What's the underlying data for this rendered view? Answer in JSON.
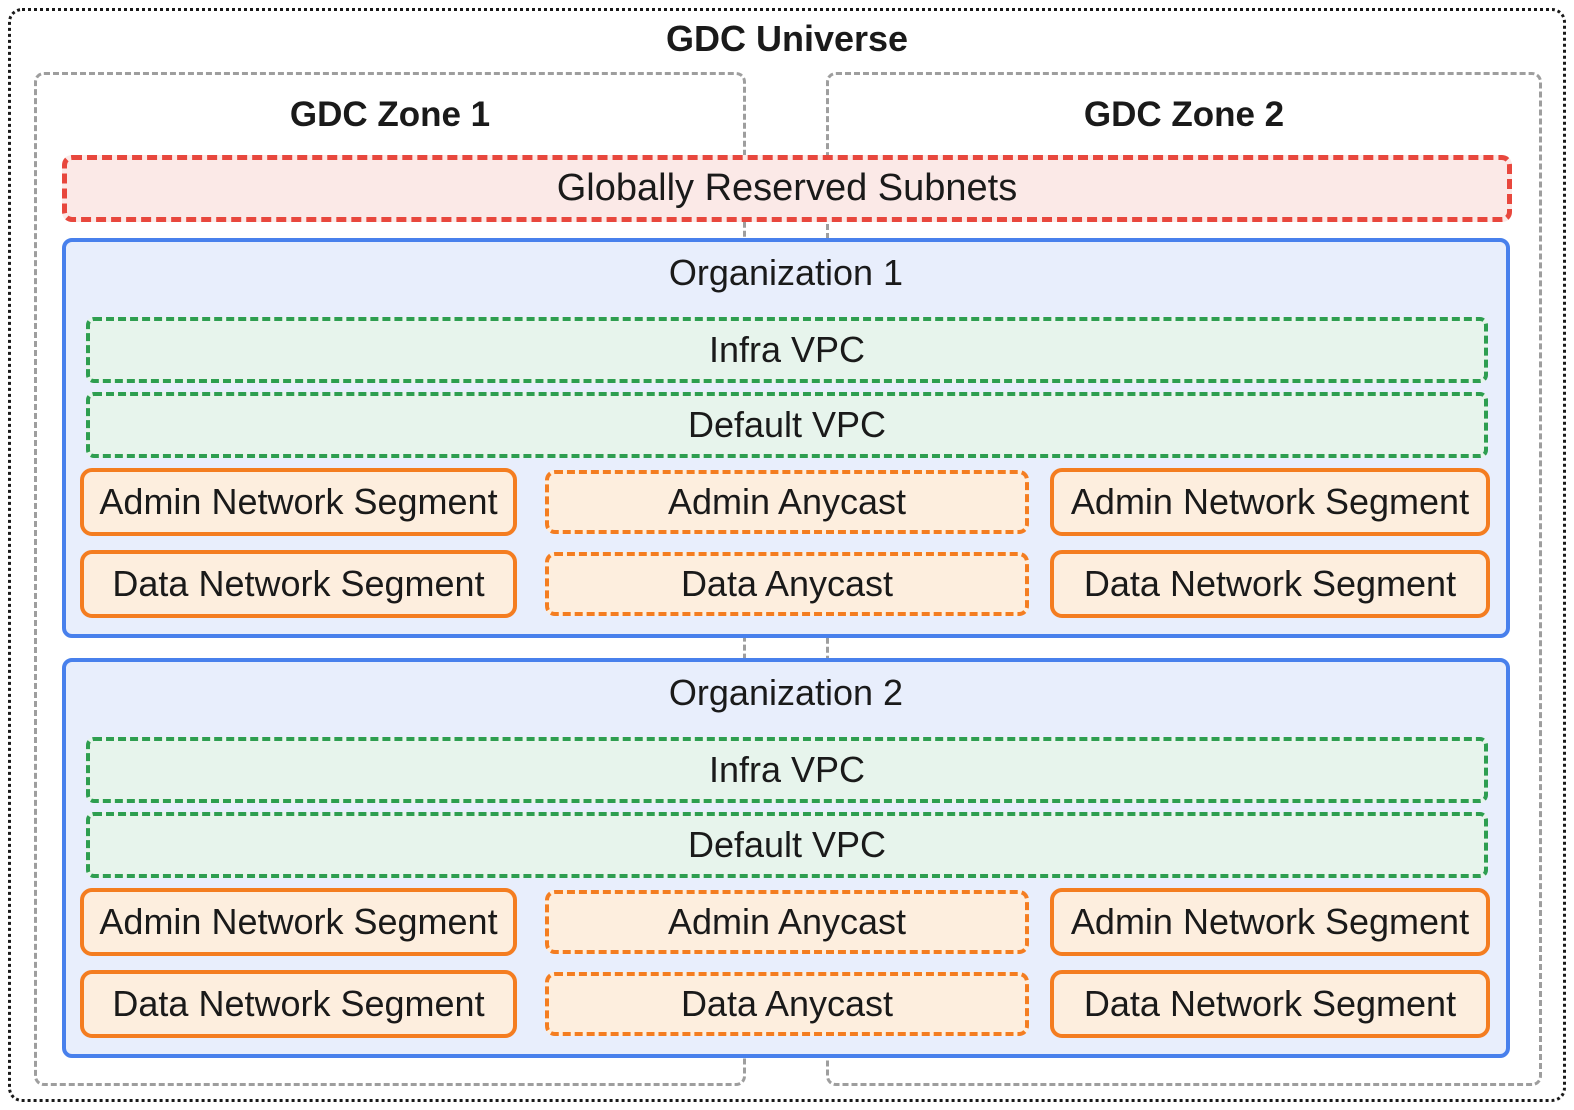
{
  "diagram": {
    "title": "GDC Universe",
    "zones": [
      {
        "label": "GDC Zone 1"
      },
      {
        "label": "GDC Zone 2"
      }
    ],
    "global_subnets": {
      "label": "Globally Reserved Subnets"
    },
    "organizations": [
      {
        "title": "Organization 1",
        "vpcs": [
          {
            "label": "Infra VPC"
          },
          {
            "label": "Default VPC"
          }
        ],
        "rows": [
          {
            "left": "Admin Network Segment",
            "mid": "Admin Anycast",
            "right": "Admin Network Segment"
          },
          {
            "left": "Data Network Segment",
            "mid": "Data Anycast",
            "right": "Data Network Segment"
          }
        ]
      },
      {
        "title": "Organization 2",
        "vpcs": [
          {
            "label": "Infra VPC"
          },
          {
            "label": "Default VPC"
          }
        ],
        "rows": [
          {
            "left": "Admin Network Segment",
            "mid": "Admin Anycast",
            "right": "Admin Network Segment"
          },
          {
            "left": "Data Network Segment",
            "mid": "Data Anycast",
            "right": "Data Network Segment"
          }
        ]
      }
    ],
    "colors": {
      "universe_border": "#1a1a1a",
      "zone_border": "#9e9e9e",
      "global_subnets_border": "#e8473d",
      "global_subnets_fill": "#fbe9e7",
      "organization_border": "#4880ec",
      "organization_fill": "#e8eefc",
      "vpc_border": "#2e9e50",
      "vpc_fill": "#e7f4ec",
      "segment_border": "#f47d20",
      "segment_fill": "#fdeede"
    }
  }
}
